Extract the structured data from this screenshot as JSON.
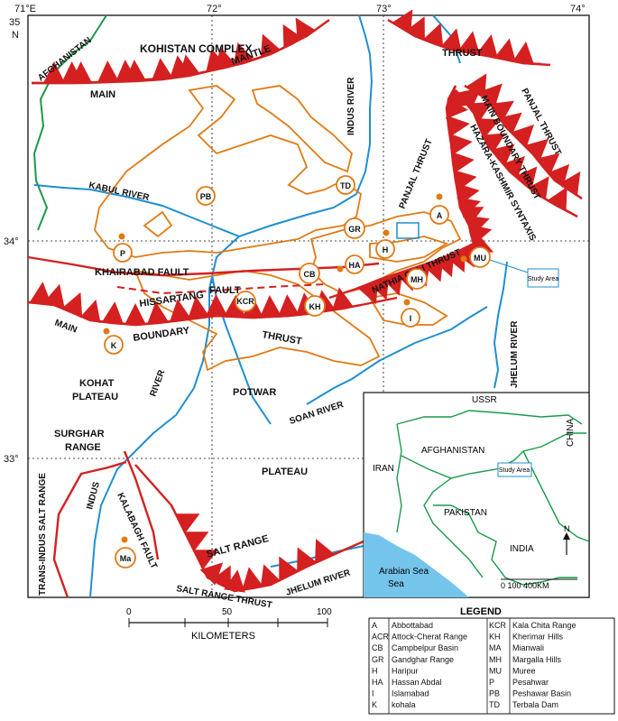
{
  "coords": {
    "top": [
      "71°E",
      "72°",
      "73°",
      "74°"
    ],
    "left": [
      "35",
      "N",
      "34°",
      "33°"
    ]
  },
  "labels": {
    "afghanistan": "AFGHANISTAN",
    "kohistan": "KOHISTAN COMPLEX",
    "mantle": "MANTLE",
    "main_top": "MAIN",
    "thrust_top": "THRUST",
    "indus_river": "INDUS RIVER",
    "panjal_thrust_right": "PANJAL THRUST",
    "main_boundary_thrust": "MAIN BOUNDARY THRUST",
    "hazara_kashmir": "HAZARA-KASHMIR SYNTAXIS",
    "panjal_thrust": "PANJAL THRUST",
    "kabul_river": "KABUL RIVER",
    "khairabad": "KHAIRABAD FAULT",
    "hissartang": "HISSARTANG",
    "fault": "FAULT",
    "nathia_gali": "NATHIA GALI THRUST",
    "main_left": "MAIN",
    "boundary": "BOUNDARY",
    "thrust_mid": "THRUST",
    "jhelum_river_right": "JHELUM RIVER",
    "kohat": "KOHAT",
    "plateau_kohat": "PLATEAU",
    "river_left": "RIVER",
    "potwar": "POTWAR",
    "soan_river": "SOAN RIVER",
    "surghar": "SURGHAR",
    "range": "RANGE",
    "plateau": "PLATEAU",
    "indus_low": "INDUS",
    "kalabagh": "KALABAGH FAULT",
    "trans_indus": "TRANS-INDUS SALT RANGE",
    "salt_range": "SALT RANGE",
    "salt_range_thrust": "SALT RANGE THRUST",
    "jhelum_river_low": "JHELUM RIVER",
    "study_area": "Study Area"
  },
  "sites": {
    "PB": "PB",
    "TD": "TD",
    "GR": "GR",
    "A": "A",
    "P": "P",
    "H": "H",
    "HA": "HA",
    "CB": "CB",
    "MU": "MU",
    "MH": "MH",
    "KCR": "KCR",
    "KH": "KH",
    "I": "I",
    "K": "K",
    "Ma": "Ma"
  },
  "inset": {
    "ussr": "USSR",
    "china": "CHINA",
    "iran": "IRAN",
    "afghanistan": "AFGHANISTAN",
    "pakistan": "PAKISTAN",
    "india": "INDIA",
    "arabian_sea": "Arabian Sea",
    "study_area": "Study Area",
    "north": "N",
    "scale": "0  100  400KM"
  },
  "scale_bar": {
    "ticks": [
      "0",
      "50",
      "100"
    ],
    "unit": "KILOMETERS"
  },
  "legend": {
    "title": "LEGEND",
    "left": [
      [
        "A",
        "Abbottabad"
      ],
      [
        "ACR",
        "Attock-Cherat Range"
      ],
      [
        "CB",
        "Campbelpur Basin"
      ],
      [
        "GR",
        "Gandghar Range"
      ],
      [
        "H",
        "Haripur"
      ],
      [
        "HA",
        "Hassan Abdal"
      ],
      [
        "I",
        "Islamabad"
      ],
      [
        "K",
        "kohala"
      ]
    ],
    "right": [
      [
        "KCR",
        "Kala Chita Range"
      ],
      [
        "KH",
        "Kherimar Hills"
      ],
      [
        "MA",
        "Mianwali"
      ],
      [
        "MH",
        "Margalla Hills"
      ],
      [
        "MU",
        "Muree"
      ],
      [
        "P",
        "Pesahwar"
      ],
      [
        "PB",
        "Peshawar Basin"
      ],
      [
        "TD",
        "Terbala Dam"
      ]
    ]
  },
  "colors": {
    "thrust": "#d42020",
    "river": "#1f8fd0",
    "range_outline": "#e07a14",
    "border": "#1a9a4a",
    "sea": "#74c4ec"
  }
}
